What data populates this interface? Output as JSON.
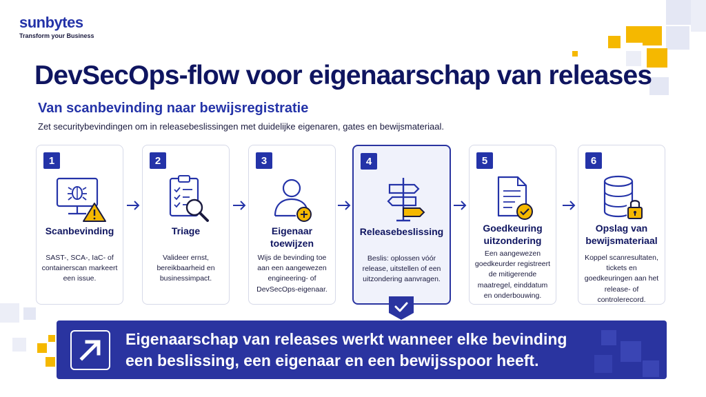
{
  "brand": {
    "name": "sunbytes",
    "tagline": "Transform your Business"
  },
  "header": {
    "title": "DevSecOps-flow voor eigenaarschap van releases",
    "subtitle": "Van scanbevinding naar bewijsregistratie",
    "intro": "Zet securitybevindingen om in releasebeslissingen met duidelijke eigenaren, gates en bewijsmateriaal."
  },
  "steps": [
    {
      "number": "1",
      "title": "Scanbevinding",
      "description": "SAST-, SCA-, IaC- of containerscan markeert een issue.",
      "icon": "monitor-bug-warning-icon"
    },
    {
      "number": "2",
      "title": "Triage",
      "description": "Valideer ernst, bereikbaarheid en businessimpact.",
      "icon": "clipboard-magnifier-icon"
    },
    {
      "number": "3",
      "title": "Eigenaar toewijzen",
      "description": "Wijs de bevinding toe aan een aangewezen engineering- of DevSecOps-eigenaar.",
      "icon": "user-add-icon"
    },
    {
      "number": "4",
      "title": "Releasebeslissing",
      "description": "Beslis: oplossen vóór release, uitstellen of een uitzondering aanvragen.",
      "icon": "signpost-icon"
    },
    {
      "number": "5",
      "title": "Goedkeuring uitzondering",
      "description": "Een aangewezen goedkeurder registreert de mitigerende maatregel, einddatum en onderbouwing.",
      "icon": "document-check-icon"
    },
    {
      "number": "6",
      "title": "Opslag van bewijsmateriaal",
      "description": "Koppel scanresultaten, tickets en goedkeuringen aan het release- of controlerecord.",
      "icon": "database-lock-icon"
    }
  ],
  "banner": {
    "line1": "Eigenaarschap van releases werkt wanneer elke bevinding",
    "line2": "een beslissing, een eigenaar en een bewijsspoor heeft.",
    "icon": "arrow-up-right-icon"
  },
  "colors": {
    "primary": "#2433a8",
    "navy": "#0f1560",
    "accent": "#f5b800",
    "banner": "#2a34a0"
  }
}
